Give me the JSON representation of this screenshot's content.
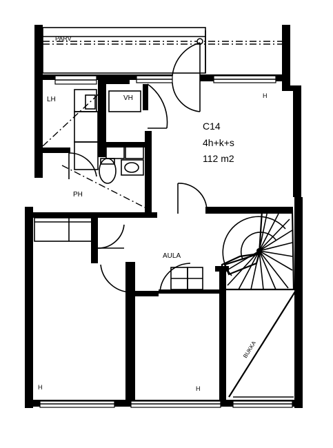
{
  "labels": {
    "balcony": "PARV",
    "lh": "LH",
    "vh": "VH",
    "ph": "PH",
    "unit_code": "C14",
    "unit_type": "4h+k+s",
    "unit_area": "112 m2",
    "aula": "AULA",
    "room_h_top": "H",
    "room_h_bottom_left": "H",
    "room_h_bottom_middle": "H",
    "bench": "BUKKA"
  }
}
